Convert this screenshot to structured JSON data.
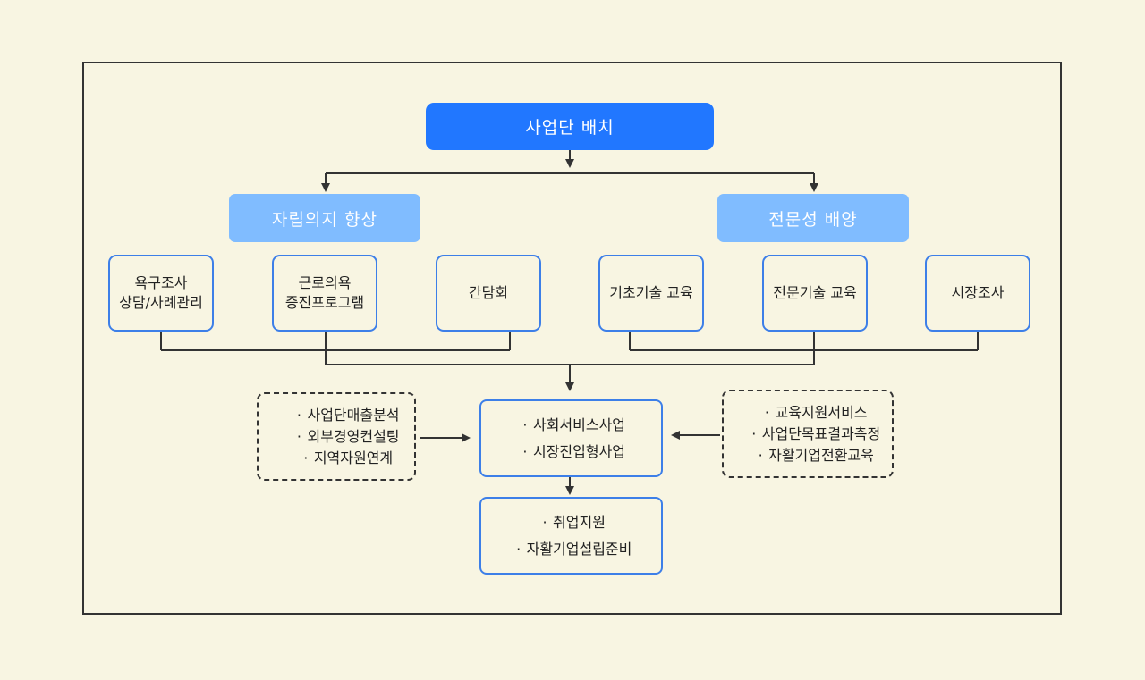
{
  "top": "사업단 배치",
  "categories": [
    "자립의지 향상",
    "전문성 배양"
  ],
  "leaves": [
    [
      "욕구조사",
      "상담/사례관리"
    ],
    [
      "근로의욕",
      "증진프로그램"
    ],
    [
      "간담회"
    ],
    [
      "기초기술 교육"
    ],
    [
      "전문기술 교육"
    ],
    [
      "시장조사"
    ]
  ],
  "bullet": "·",
  "center_main": [
    "사회서비스사업",
    "시장진입형사업"
  ],
  "center_bottom": [
    "취업지원",
    "자활기업설립준비"
  ],
  "side_left": [
    "사업단매출분석",
    "외부경영컨설팅",
    "지역자원연계"
  ],
  "side_right": [
    "교육지원서비스",
    "사업단목표결과측정",
    "자활기업전환교육"
  ],
  "colors": {
    "primary": "#2177ff",
    "secondary": "#80bcff",
    "border": "#3d7fe8",
    "background": "#f8f5e2"
  }
}
